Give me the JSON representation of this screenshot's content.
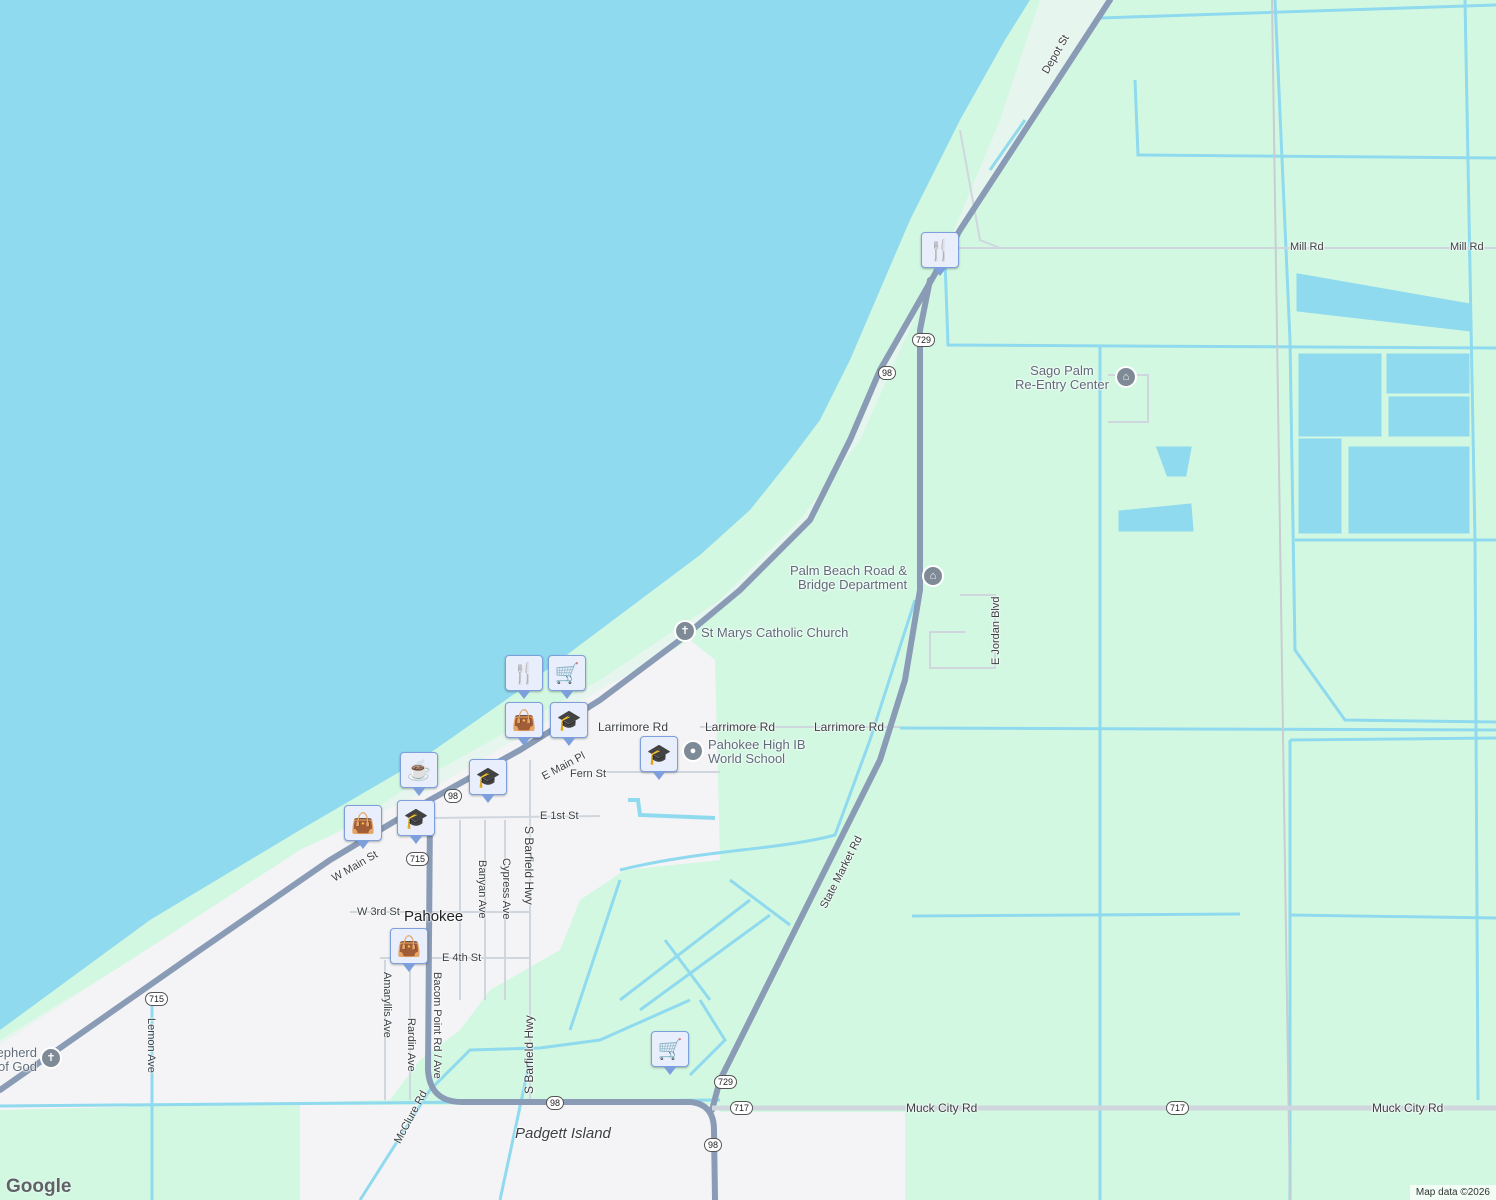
{
  "colors": {
    "water": "#8fdaee",
    "land": "#d3f8e2",
    "urban": "#f4f4f6",
    "road": "#8a9bb5",
    "canal": "#8fdaee"
  },
  "labels": {
    "depot_st": "Depot St",
    "mill_rd_1": "Mill Rd",
    "mill_rd_2": "Mill Rd",
    "sago_palm": "Sago Palm\nRe-Entry Center",
    "palm_beach_road": "Palm Beach Road &\nBridge Department",
    "e_jordan": "E Jordan Blvd",
    "st_marys": "St Marys Catholic Church",
    "larrimore_1": "Larrimore Rd",
    "larrimore_2": "Larrimore Rd",
    "larrimore_3": "Larrimore Rd",
    "pahokee_high": "Pahokee High IB\nWorld School",
    "e_main_pl": "E Main Pl",
    "fern_st": "Fern St",
    "e_1st_st": "E 1st St",
    "w_main_st": "W Main St",
    "s_barfield_1": "S Barfield Hwy",
    "s_barfield_2": "S Barfield Hwy",
    "banyan": "Banyan Ave",
    "cypress": "Cypress Ave",
    "w_3rd_st": "W 3rd St",
    "pahokee": "Pahokee",
    "e_4th_st": "E 4th St",
    "bacom_point": "Bacom Point Rd / Ave",
    "amaryllis": "Amaryllis Ave",
    "rardin": "Rardin Ave",
    "lemon": "Lemon Ave",
    "mcclure": "McClure Rd",
    "shepherd": "Shepherd\nof God",
    "state_market": "State Market Rd",
    "muck_city_1": "Muck City Rd",
    "muck_city_2": "Muck City Rd",
    "padgett": "Padgett Island"
  },
  "shields": {
    "r729a": "729",
    "r98a": "98",
    "r98b": "98",
    "r715a": "715",
    "r715b": "715",
    "r729b": "729",
    "r717a": "717",
    "r717b": "717",
    "r98c": "98",
    "r98d": "98"
  },
  "pins": [
    {
      "icon": "restaurant",
      "glyph": "🍴"
    },
    {
      "icon": "restaurant",
      "glyph": "🍴"
    },
    {
      "icon": "shopping-cart",
      "glyph": "🛒"
    },
    {
      "icon": "shopping-bag",
      "glyph": "👜"
    },
    {
      "icon": "school",
      "glyph": "🎓"
    },
    {
      "icon": "school",
      "glyph": "🎓"
    },
    {
      "icon": "school",
      "glyph": "🎓"
    },
    {
      "icon": "coffee",
      "glyph": "☕"
    },
    {
      "icon": "school",
      "glyph": "🎓"
    },
    {
      "icon": "shopping-bag",
      "glyph": "👜"
    },
    {
      "icon": "shopping-bag",
      "glyph": "👜"
    },
    {
      "icon": "shopping-cart",
      "glyph": "🛒"
    }
  ],
  "branding": {
    "logo": "Google",
    "attribution": "Map data ©2026"
  }
}
